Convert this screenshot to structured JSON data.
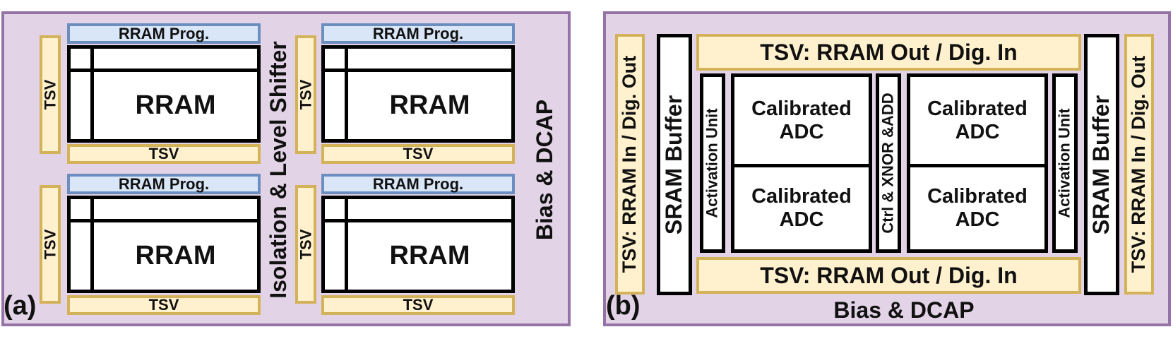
{
  "panel_a": {
    "label": "(a)",
    "prog_label": "RRAM Prog.",
    "rram_label": "RRAM",
    "tsv_label": "TSV",
    "isolation_label": "Isolation & Level Shifter",
    "bias_label": "Bias & DCAP"
  },
  "panel_b": {
    "label": "(b)",
    "tsv_side_label": "TSV: RRAM In / Dig. Out",
    "tsv_top_label": "TSV: RRAM Out / Dig. In",
    "tsv_bottom_label": "TSV: RRAM Out / Dig. In",
    "sram_label": "SRAM Buffer",
    "activation_label": "Activation Unit",
    "adc_line1": "Calibrated",
    "adc_line2": "ADC",
    "ctrl_label": "Ctrl & XNOR &ADD",
    "bias_label": "Bias & DCAP"
  },
  "colors": {
    "panel_fill": "#e2d3e6",
    "panel_border": "#9673a6",
    "tsv_fill": "#fff1cd",
    "tsv_border": "#d3b25a",
    "prog_fill": "#d9e6f7",
    "prog_border": "#6c8ebf"
  }
}
